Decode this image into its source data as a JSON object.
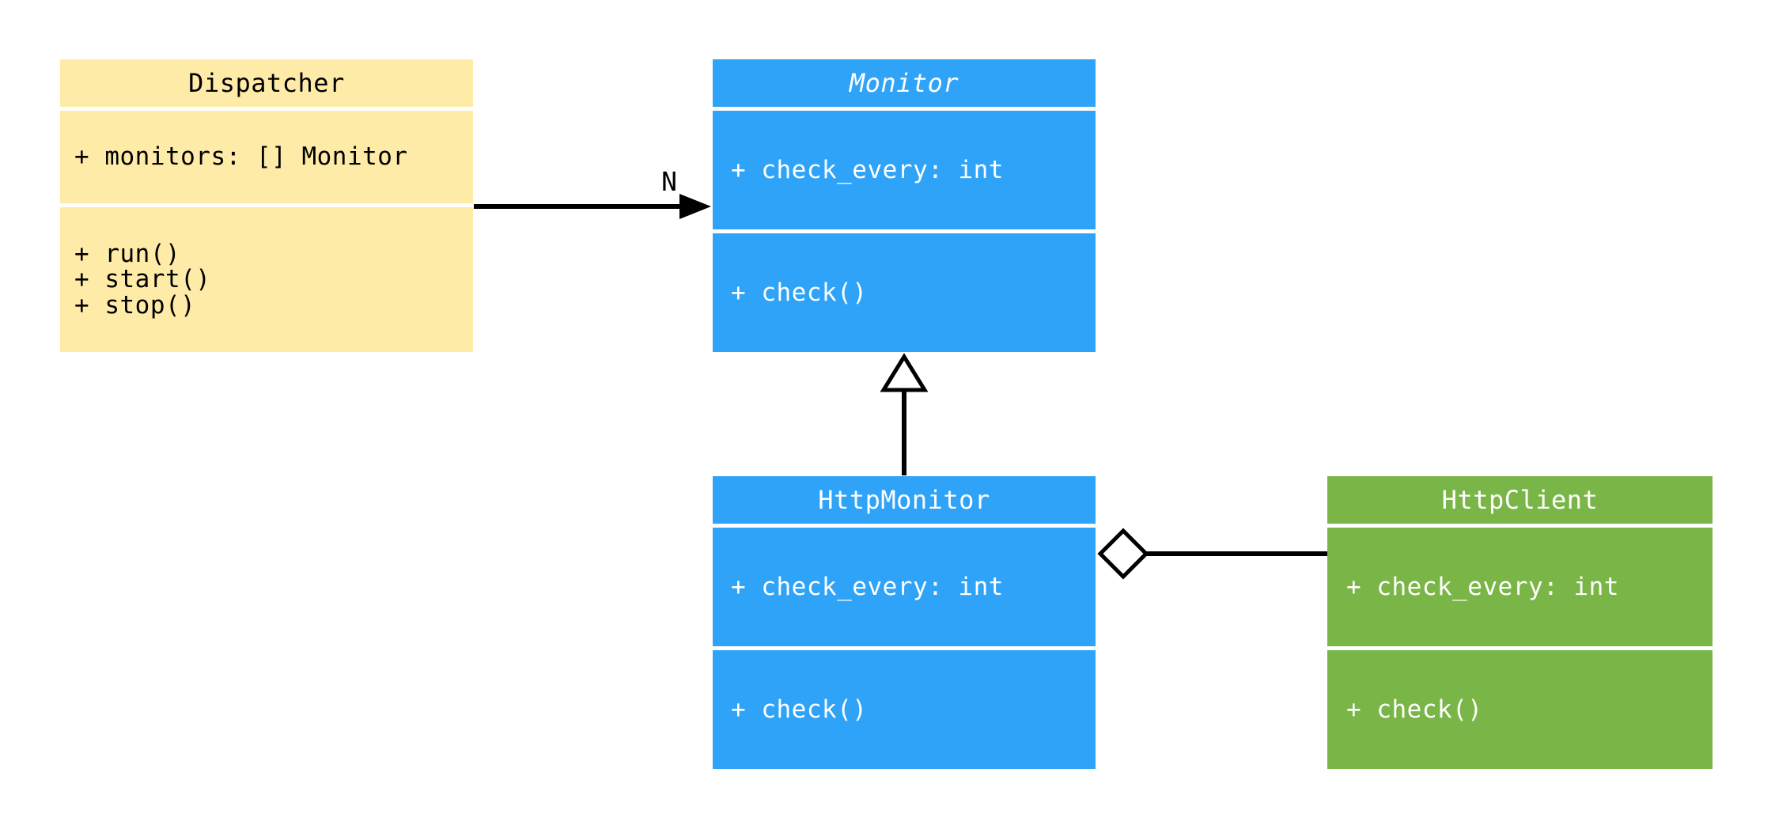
{
  "diagram": {
    "type": "uml-class-diagram",
    "background": "#FFFFFF",
    "colors": {
      "dispatcher_fill": "#FFEBA8",
      "monitor_fill": "#2EA3F7",
      "http_monitor_fill": "#2EA3F7",
      "http_client_fill": "#7AB647",
      "text_on_light": "#000000",
      "text_on_dark": "#FFFFFF",
      "connector_line": "#000000"
    },
    "classes": [
      {
        "name": "Dispatcher",
        "abstract": false,
        "fill": "#FFEBA8",
        "attributes": [
          "+ monitors: [] Monitor"
        ],
        "methods": [
          "+ run()",
          "+ start()",
          "+ stop()"
        ]
      },
      {
        "name": "Monitor",
        "abstract": true,
        "fill": "#2EA3F7",
        "attributes": [
          "+ check_every: int"
        ],
        "methods": [
          "+ check()"
        ]
      },
      {
        "name": "HttpMonitor",
        "abstract": false,
        "fill": "#2EA3F7",
        "attributes": [
          "+ check_every: int"
        ],
        "methods": [
          "+ check()"
        ]
      },
      {
        "name": "HttpClient",
        "abstract": false,
        "fill": "#7AB647",
        "attributes": [
          "+ check_every: int"
        ],
        "methods": [
          "+ check()"
        ]
      }
    ],
    "relationships": [
      {
        "type": "association",
        "from": "Dispatcher",
        "to": "Monitor",
        "label": "N",
        "arrow": "filled-arrowhead"
      },
      {
        "type": "inheritance",
        "from": "HttpMonitor",
        "to": "Monitor",
        "label": "",
        "arrow": "hollow-triangle"
      },
      {
        "type": "aggregation",
        "from": "HttpMonitor",
        "to": "HttpClient",
        "label": "",
        "arrow": "hollow-diamond"
      }
    ]
  }
}
